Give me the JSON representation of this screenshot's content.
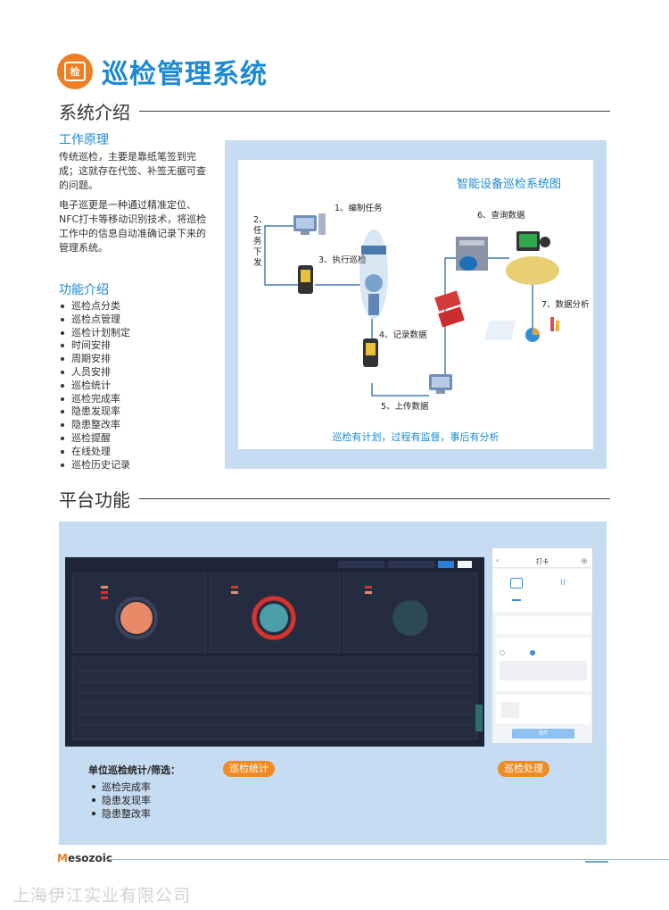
{
  "header": {
    "logo_char": "检",
    "title": "巡检管理系统"
  },
  "section_intro": {
    "title": "系统介绍"
  },
  "work_principle": {
    "title": "工作原理",
    "para1": "传统巡检，主要是靠纸笔签到完成；这就存在代签、补签无据可查的问题。",
    "para2": "电子巡更是一种通过精准定位、NFC打卡等移动识别技术，将巡检工作中的信息自动准确记录下来的管理系统。"
  },
  "functions": {
    "title": "功能介绍",
    "items": [
      "巡检点分类",
      "巡检点管理",
      "巡检计划制定",
      "时间安排",
      "周期安排",
      "人员安排",
      "巡检统计",
      "巡检完成率",
      "隐患发现率",
      "隐患整改率",
      "巡检提醒",
      "在线处理",
      "巡检历史记录"
    ]
  },
  "diagram": {
    "title": "智能设备巡检系统图",
    "steps": {
      "s1": "1、编制任务",
      "s2": "2、任务下发",
      "s3": "3、执行巡检",
      "s4": "4、记录数据",
      "s5": "5、上传数据",
      "s6": "6、查询数据",
      "s7": "7、数据分析"
    },
    "caption": "巡检有计划，过程有监督，事后有分析"
  },
  "section_platform": {
    "title": "平台功能"
  },
  "platform": {
    "tag_stats": "巡检统计",
    "tag_process": "巡检处理",
    "subtitle": "单位巡检统计/筛选：",
    "items": [
      "巡检完成率",
      "隐患发现率",
      "隐患整改率"
    ]
  },
  "phone": {
    "title": "打卡",
    "submit": "提交"
  },
  "footer": {
    "brand_first": "M",
    "brand_rest": "esozoic",
    "watermark": "上海伊江实业有限公司"
  },
  "colors": {
    "accent_blue": "#1c8ad2",
    "accent_orange": "#ef7d22",
    "panel_bg": "#c6dcf2",
    "dashboard_bg": "#1f2536"
  }
}
